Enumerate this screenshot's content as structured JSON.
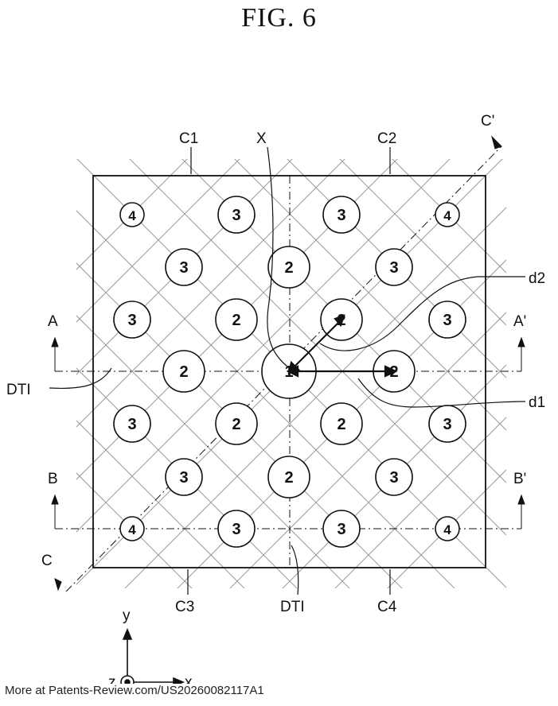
{
  "figure": {
    "title": "FIG.  6"
  },
  "corner_labels": {
    "c1": "C1",
    "c2": "C2",
    "c3": "C3",
    "c4": "C4"
  },
  "markers": {
    "x": "X",
    "d1": "d1",
    "d2": "d2",
    "dti_left": "DTI",
    "dti_bottom": "DTI"
  },
  "section_labels": {
    "a": "A",
    "a_prime": "A'",
    "b": "B",
    "b_prime": "B'",
    "c": "C",
    "c_prime": "C'"
  },
  "axes": {
    "y": "y",
    "x": "x",
    "z": "z"
  },
  "pixels": [
    {
      "id": "p01",
      "label": "4"
    },
    {
      "id": "p02",
      "label": "3"
    },
    {
      "id": "p03",
      "label": "3"
    },
    {
      "id": "p04",
      "label": "4"
    },
    {
      "id": "p05",
      "label": "3"
    },
    {
      "id": "p06",
      "label": "2"
    },
    {
      "id": "p07",
      "label": "3"
    },
    {
      "id": "p08",
      "label": "3"
    },
    {
      "id": "p09",
      "label": "2"
    },
    {
      "id": "p10",
      "label": "2"
    },
    {
      "id": "p11",
      "label": "3"
    },
    {
      "id": "p12",
      "label": "2"
    },
    {
      "id": "p13",
      "label": "1"
    },
    {
      "id": "p14",
      "label": "2"
    },
    {
      "id": "p15",
      "label": "3"
    },
    {
      "id": "p16",
      "label": "2"
    },
    {
      "id": "p17",
      "label": "2"
    },
    {
      "id": "p18",
      "label": "3"
    },
    {
      "id": "p19",
      "label": "3"
    },
    {
      "id": "p20",
      "label": "2"
    },
    {
      "id": "p21",
      "label": "3"
    },
    {
      "id": "p22",
      "label": "4"
    },
    {
      "id": "p23",
      "label": "3"
    },
    {
      "id": "p24",
      "label": "3"
    },
    {
      "id": "p25",
      "label": "4"
    }
  ],
  "footer": {
    "text": "More at Patents-Review.com/US20260082117A1"
  }
}
